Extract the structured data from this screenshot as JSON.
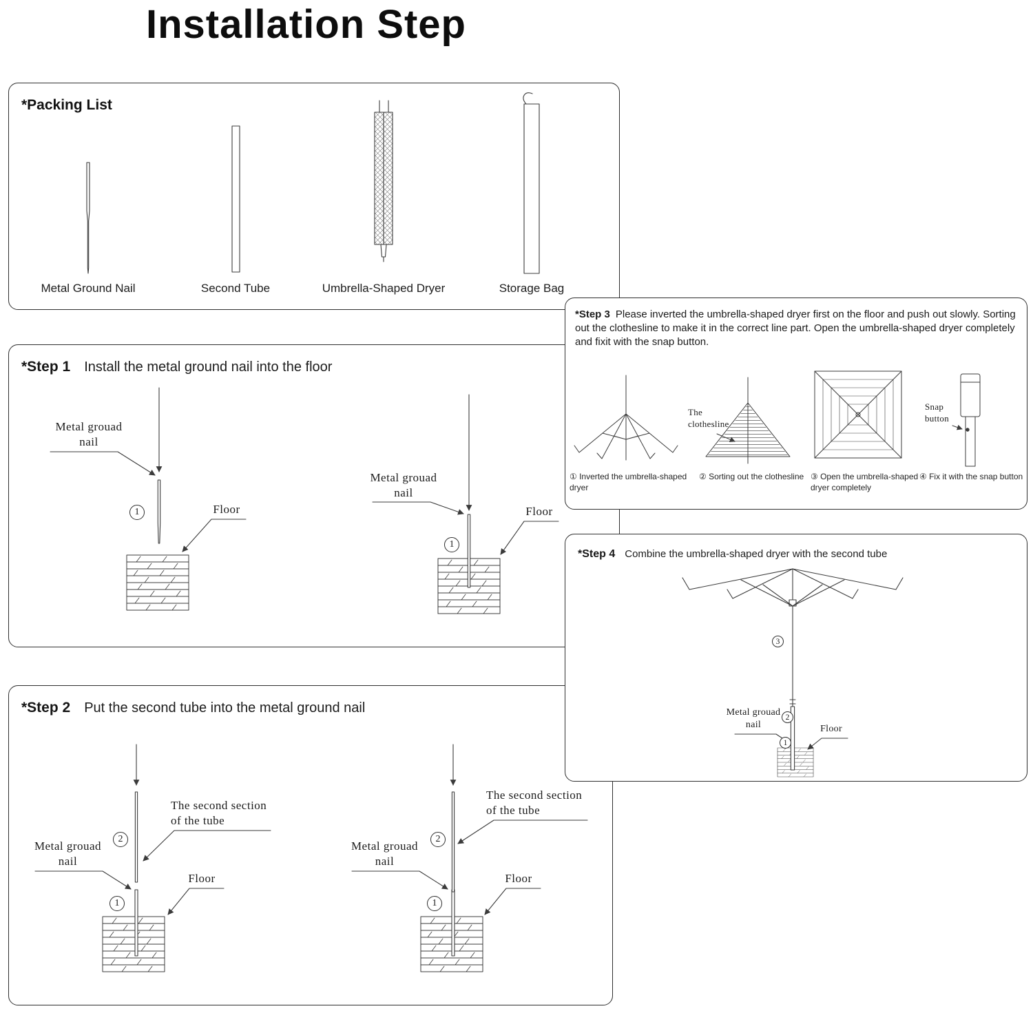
{
  "page": {
    "title": "Installation Step"
  },
  "markers": {
    "n1": "1",
    "n2": "2",
    "n3": "3"
  },
  "packing_list": {
    "heading": "*Packing List",
    "items": [
      {
        "label": "Metal Ground Nail"
      },
      {
        "label": "Second Tube"
      },
      {
        "label": "Umbrella-Shaped Dryer"
      },
      {
        "label": "Storage Bag"
      }
    ]
  },
  "step1": {
    "label": "*Step 1",
    "title": "Install the metal ground nail into the floor",
    "labels": {
      "nail": "Metal grouad\nnail",
      "floor": "Floor"
    }
  },
  "step2": {
    "label": "*Step 2",
    "title": "Put the second tube into the metal ground nail",
    "labels": {
      "nail": "Metal grouad\nnail",
      "tube": "The second section\nof the tube",
      "floor": "Floor"
    }
  },
  "step3": {
    "label": "*Step 3",
    "text": "Please inverted the umbrella-shaped dryer first on the floor and push out slowly. Sorting out the clothesline to make it in the correct line part. Open the umbrella-shaped dryer completely and fixit with the snap button.",
    "labels": {
      "clothesline": "The\nclothesline",
      "snap": "Snap\nbutton"
    },
    "captions": [
      "① Inverted the umbrella-shaped\ndryer",
      "② Sorting out the clothesline",
      "③ Open the umbrella-shaped\ndryer completely",
      "④ Fix it with the snap button"
    ]
  },
  "step4": {
    "label": "*Step 4",
    "title": "Combine the umbrella-shaped dryer with the second tube",
    "labels": {
      "nail": "Metal grouad\nnail",
      "floor": "Floor"
    }
  }
}
